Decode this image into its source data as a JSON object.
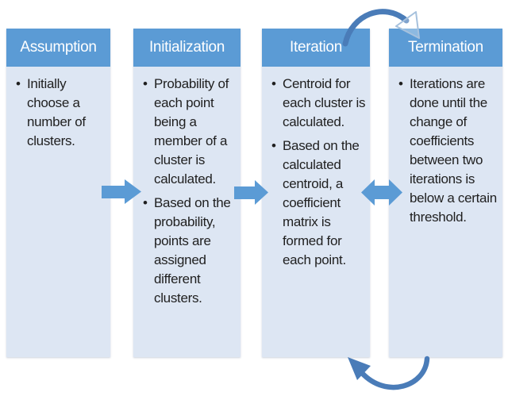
{
  "diagram": {
    "type": "process-flow",
    "bullet_char": "•",
    "columns": [
      {
        "title": "Assumption",
        "bullets": [
          "Initially choose a number of clusters."
        ]
      },
      {
        "title": "Initialization",
        "bullets": [
          "Probability of each point being a member of a cluster is calculated.",
          "Based on the probability, points are assigned different clusters."
        ]
      },
      {
        "title": "Iteration",
        "bullets": [
          "Centroid for each cluster is calculated.",
          "Based on the calculated centroid, a coefficient matrix is formed for each point."
        ]
      },
      {
        "title": "Termination",
        "bullets": [
          "Iterations are done until the change of coefficients between two iterations is below a certain threshold."
        ]
      }
    ],
    "connectors": [
      {
        "name": "arrow-assumption-to-initialization",
        "type": "right-arrow"
      },
      {
        "name": "arrow-initialization-to-iteration",
        "type": "right-arrow"
      },
      {
        "name": "arrow-iteration-termination",
        "type": "double-headed-arrow"
      },
      {
        "name": "loop-arrow-top",
        "type": "curved-arrow-iteration-to-termination"
      },
      {
        "name": "loop-arrow-bottom",
        "type": "curved-arrow-termination-to-iteration"
      }
    ]
  },
  "colors": {
    "canvas-bg": "#ffffff",
    "header-bg": "#5b9bd5",
    "header-text": "#ffffff",
    "body-bg": "#dde6f3",
    "body-text": "#1f1f1f",
    "arrow": "#5b9bd5",
    "curve": "#4a7cb8"
  }
}
